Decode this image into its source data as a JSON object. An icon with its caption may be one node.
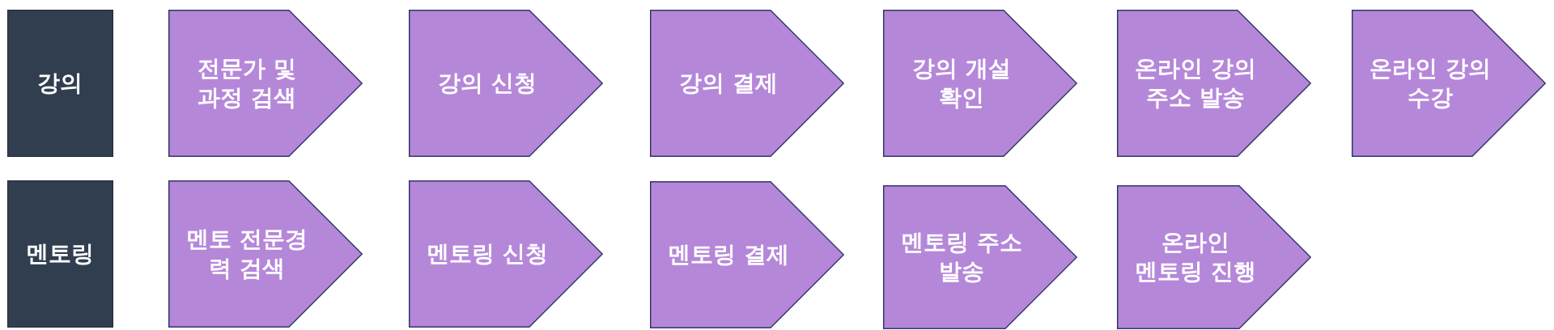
{
  "diagram": {
    "nodes": [
      {
        "text": [
          "강의"
        ]
      },
      {
        "text": [
          "전문가 및 과정 검색"
        ]
      },
      {
        "text": [
          "강의 신청"
        ]
      },
      {
        "text": [
          "강의 결제"
        ]
      },
      {
        "text": [
          "강의 개설 확인"
        ]
      },
      {
        "text": [
          "온라인 강의 주소 발송"
        ]
      },
      {
        "text": [
          "온라인 강의 수강"
        ]
      },
      {
        "text": [
          "멘토링"
        ]
      },
      {
        "text": [
          "멘토 전문경력 검색"
        ]
      },
      {
        "text": [
          "멘토링 신청"
        ]
      },
      {
        "text": [
          "멘토링 결제"
        ]
      },
      {
        "text": [
          "멘토링 주소 발송"
        ]
      },
      {
        "text": [
          "온라인 멘토링 진행"
        ]
      }
    ]
  }
}
